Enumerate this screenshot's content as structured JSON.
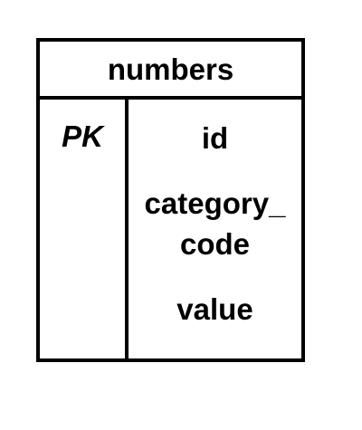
{
  "entity": {
    "name": "numbers",
    "key_label": "PK",
    "fields": [
      {
        "lines": [
          "id"
        ]
      },
      {
        "lines": [
          "category_",
          "code"
        ]
      },
      {
        "lines": [
          "value"
        ]
      }
    ]
  }
}
